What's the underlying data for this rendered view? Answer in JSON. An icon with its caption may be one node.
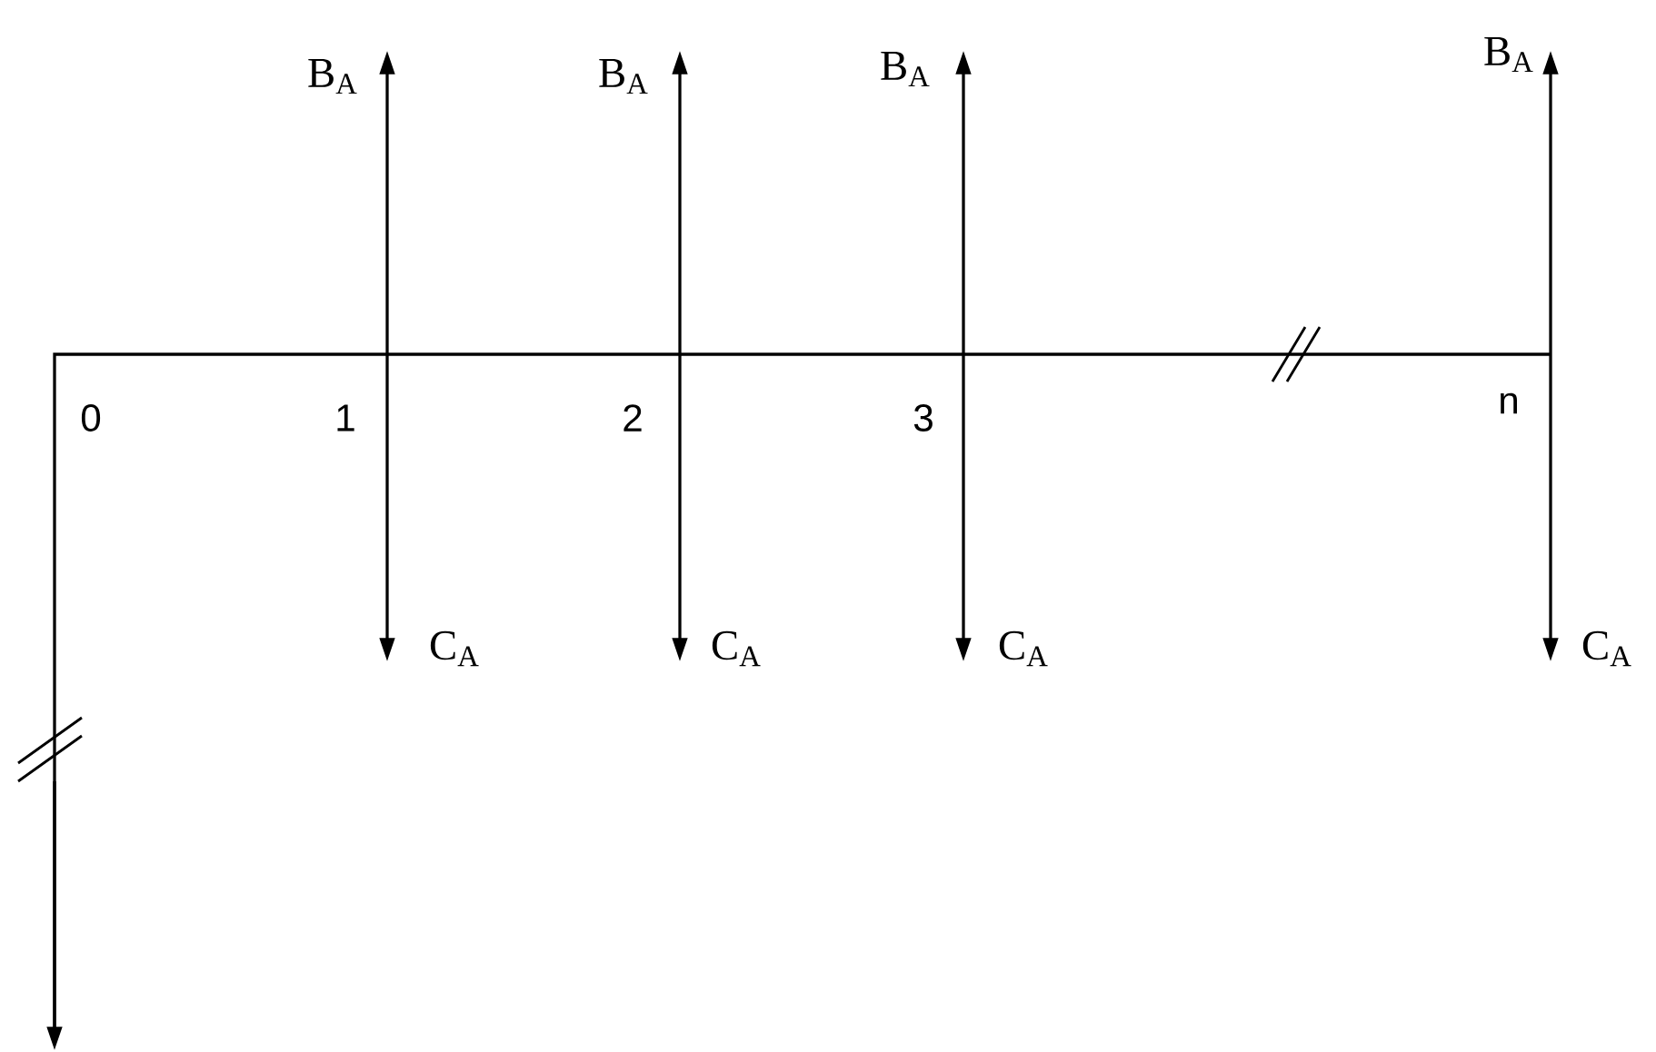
{
  "diagram": {
    "labels": [
      "B$_{A}$",
      "B$_{A}$",
      "B$_{A}$",
      "B$_{A}$",
      "0",
      "1",
      "2",
      "3",
      "n",
      "C$_{A}$",
      "C$_{A}$",
      "C$_{A}$",
      "C$_{A}$"
    ]
  }
}
